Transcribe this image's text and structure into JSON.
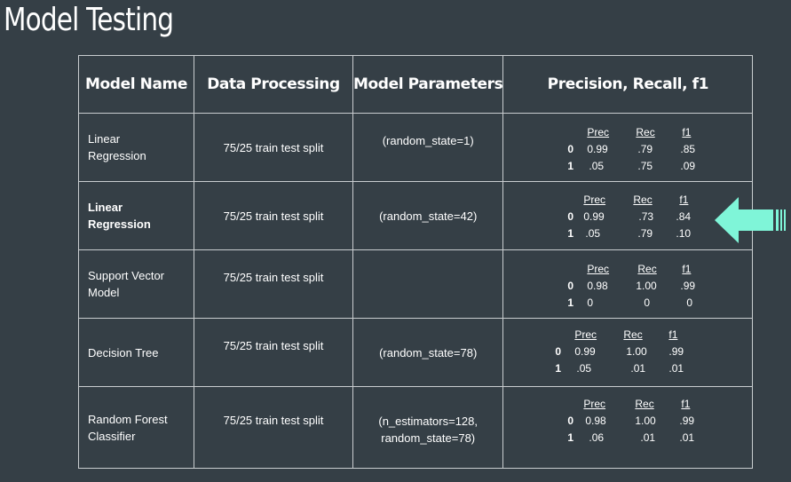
{
  "title": "Model Testing",
  "table": {
    "headers": [
      "Model Name",
      "Data Processing",
      "Model Parameters",
      "Precision, Recall, f1"
    ],
    "metric_labels": [
      "Prec",
      "Rec",
      "f1"
    ],
    "rows": [
      {
        "name": [
          "Linear",
          "Regression"
        ],
        "processing": "75/25 train test split",
        "params": [
          "(random_state=1)"
        ],
        "metrics": [
          {
            "cls": "0",
            "prec": "0.99",
            "rec": ".79",
            "f1": ".85"
          },
          {
            "cls": "1",
            "prec": ".05",
            "rec": ".75",
            "f1": ".09"
          }
        ]
      },
      {
        "name": [
          "Linear",
          "Regression"
        ],
        "processing": "75/25 train test split",
        "params": [
          "(random_state=42)"
        ],
        "highlighted": true,
        "metrics": [
          {
            "cls": "0",
            "prec": "0.99",
            "rec": ".73",
            "f1": ".84"
          },
          {
            "cls": "1",
            "prec": ".05",
            "rec": ".79",
            "f1": ".10"
          }
        ]
      },
      {
        "name": [
          "Support Vector",
          "Model"
        ],
        "processing": "75/25 train test split",
        "params": [],
        "metrics": [
          {
            "cls": "0",
            "prec": "0.98",
            "rec": "1.00",
            "f1": ".99"
          },
          {
            "cls": "1",
            "prec": "0",
            "rec": "0",
            "f1": "0"
          }
        ]
      },
      {
        "name": [
          "Decision Tree"
        ],
        "processing": "75/25 train test split",
        "params": [
          "(random_state=78)"
        ],
        "metrics": [
          {
            "cls": "0",
            "prec": "0.99",
            "rec": "1.00",
            "f1": ".99"
          },
          {
            "cls": "1",
            "prec": ".05",
            "rec": ".01",
            "f1": ".01"
          }
        ]
      },
      {
        "name": [
          "Random Forest",
          "Classifier"
        ],
        "processing": "75/25 train test split",
        "params": [
          "(n_estimators=128,",
          "random_state=78)"
        ],
        "metrics": [
          {
            "cls": "0",
            "prec": "0.98",
            "rec": "1.00",
            "f1": ".99"
          },
          {
            "cls": "1",
            "prec": ".06",
            "rec": ".01",
            "f1": ".01"
          }
        ]
      }
    ]
  },
  "colors": {
    "background": "#353f46",
    "grid": "#c9cdd0",
    "arrow": "#7ff5d8"
  },
  "arrow_icon": "left-arrow-icon"
}
